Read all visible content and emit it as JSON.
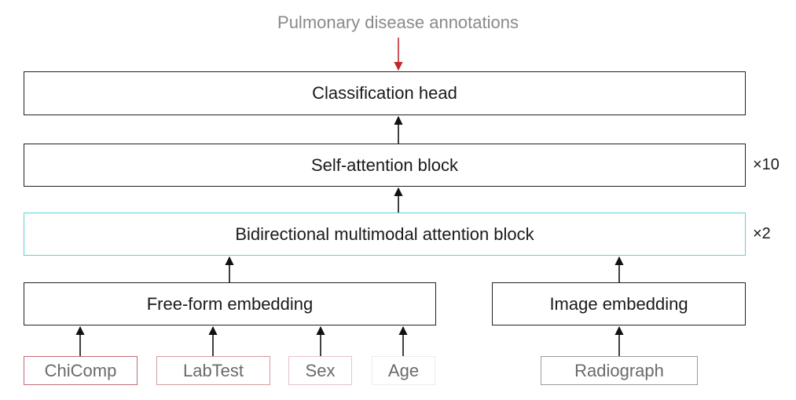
{
  "diagram": {
    "target_label": "Pulmonary disease annotations",
    "classification_head": "Classification head",
    "self_attention": "Self-attention block",
    "self_attention_mult": "×10",
    "bidirectional": "Bidirectional multimodal attention block",
    "bidirectional_mult": "×2",
    "free_form_embedding": "Free-form embedding",
    "image_embedding": "Image embedding",
    "inputs": {
      "chicomp": "ChiComp",
      "labtest": "LabTest",
      "sex": "Sex",
      "age": "Age",
      "radiograph": "Radiograph"
    }
  },
  "colors": {
    "target_arrow": "#c0282d",
    "arrow": "#111111",
    "bidirectional_border": "#5fd3d3",
    "chicomp_border": "#c46b73"
  }
}
